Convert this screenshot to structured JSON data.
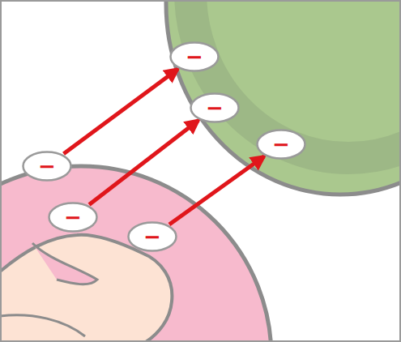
{
  "diagram": {
    "nodes": [
      {
        "text": [
          "−"
        ]
      },
      {
        "text": [
          "−"
        ]
      },
      {
        "text": [
          "−"
        ]
      },
      {
        "text": [
          "−"
        ]
      },
      {
        "text": [
          "−"
        ]
      },
      {
        "text": [
          "−"
        ]
      }
    ],
    "edges": [
      {
        "from": 3,
        "to": 0,
        "arrow": "to"
      },
      {
        "from": 4,
        "to": 1,
        "arrow": "to"
      },
      {
        "from": 5,
        "to": 2,
        "arrow": "to"
      }
    ]
  }
}
